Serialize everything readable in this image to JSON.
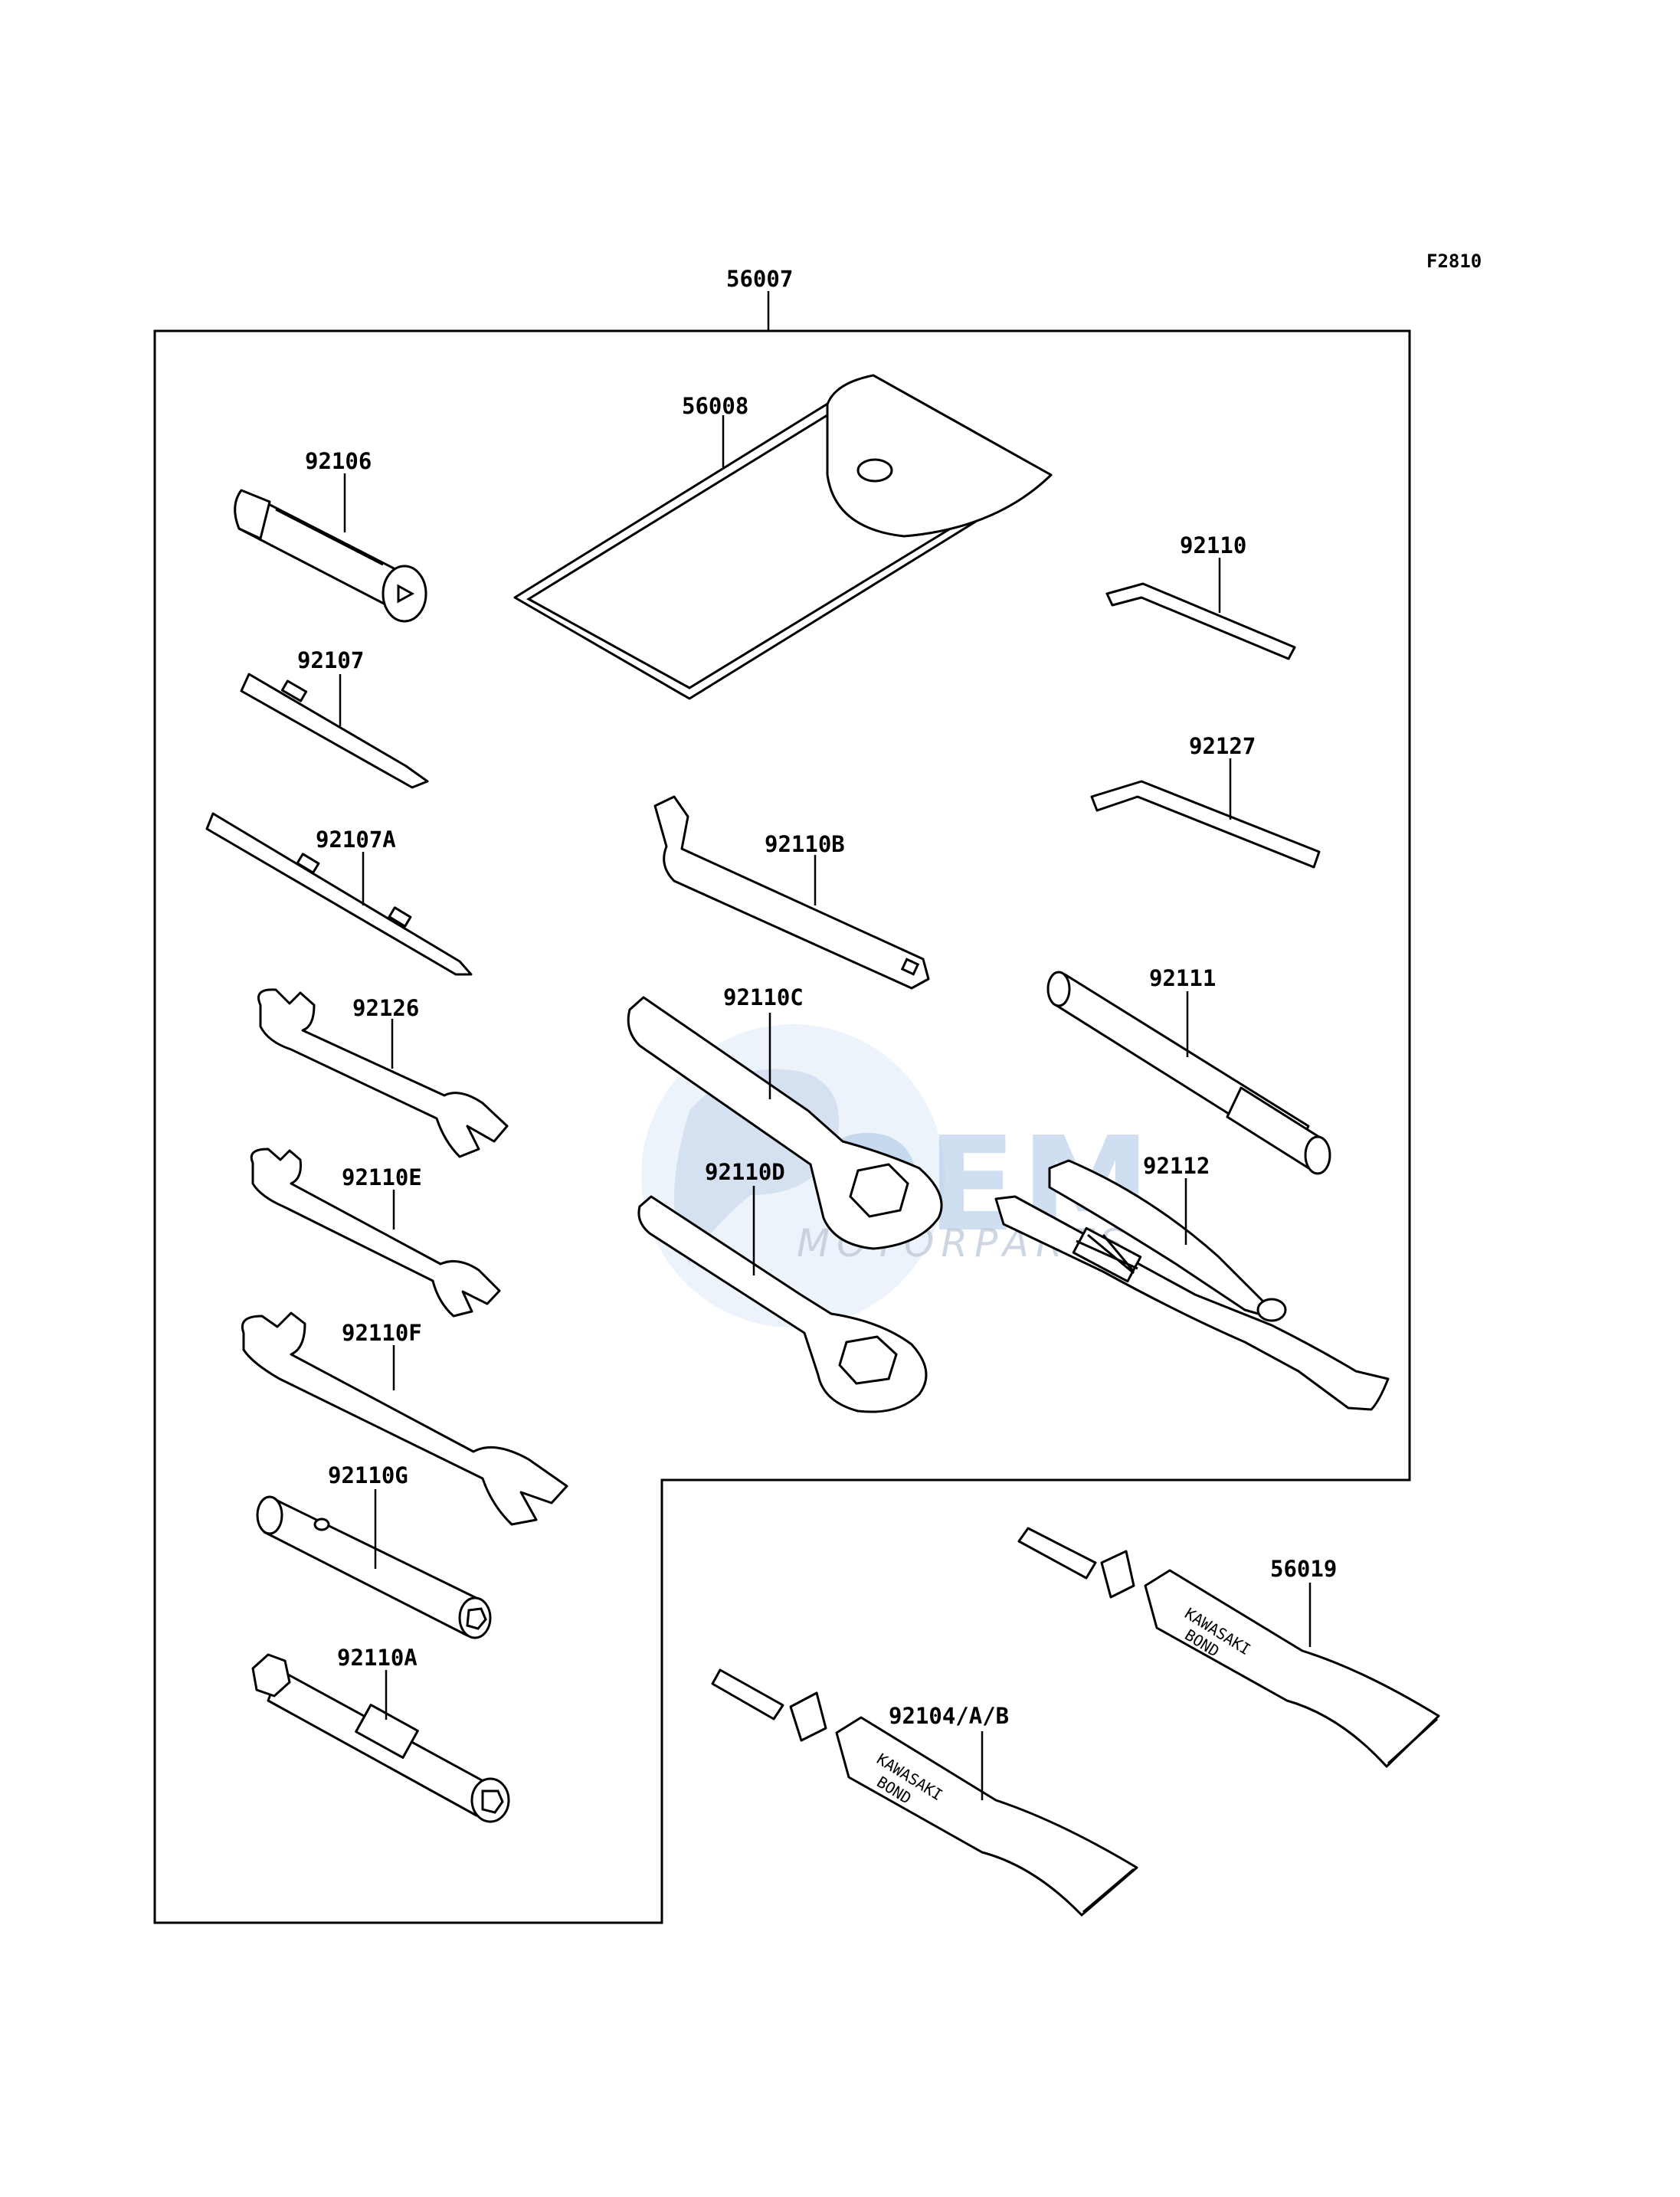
{
  "figure_code": "F2810",
  "watermark": {
    "main": "OEM",
    "sub": "MOTORPARTS"
  },
  "tube_print": {
    "brand": "KAWASAKI",
    "product": "BOND"
  },
  "parts": [
    {
      "id": "56007",
      "name": "56007"
    },
    {
      "id": "56008",
      "name": "56008"
    },
    {
      "id": "92106",
      "name": "92106"
    },
    {
      "id": "92107",
      "name": "92107"
    },
    {
      "id": "92107A",
      "name": "92107A"
    },
    {
      "id": "92126",
      "name": "92126"
    },
    {
      "id": "92110E",
      "name": "92110E"
    },
    {
      "id": "92110F",
      "name": "92110F"
    },
    {
      "id": "92110G",
      "name": "92110G"
    },
    {
      "id": "92110A",
      "name": "92110A"
    },
    {
      "id": "92110",
      "name": "92110"
    },
    {
      "id": "92127",
      "name": "92127"
    },
    {
      "id": "92110B",
      "name": "92110B"
    },
    {
      "id": "92111",
      "name": "92111"
    },
    {
      "id": "92110C",
      "name": "92110C"
    },
    {
      "id": "92110D",
      "name": "92110D"
    },
    {
      "id": "92112",
      "name": "92112"
    },
    {
      "id": "56019",
      "name": "56019"
    },
    {
      "id": "92104/A/B",
      "name": "92104/A/B"
    }
  ]
}
